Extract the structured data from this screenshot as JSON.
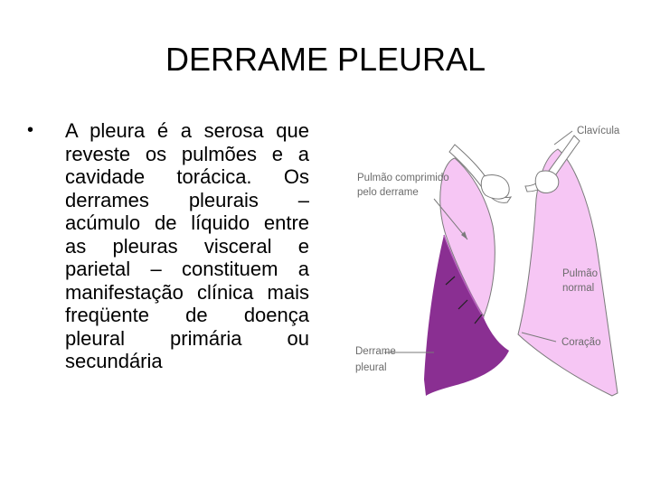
{
  "slide": {
    "title": "DERRAME PLEURAL",
    "bullet_text": "A pleura é a serosa que reveste os pulmões e a cavidade torácica. Os derrames pleurais – acúmulo de líquido entre as pleuras visceral e parietal – constituem a manifestação clínica mais freqüente de doença pleural primária ou secundária"
  },
  "figure": {
    "labels": {
      "clavicula": "Clavícula",
      "pulmao_comprimido_1": "Pulmão comprimido",
      "pulmao_comprimido_2": "pelo derrame",
      "pulmao_normal_1": "Pulmão",
      "pulmao_normal_2": "normal",
      "coracao": "Coração",
      "derrame_1": "Derrame",
      "derrame_2": "pleural"
    },
    "colors": {
      "lung_pink": "#f6c6f4",
      "effusion_purple": "#8a2f92",
      "outline": "#7a7a7a"
    }
  }
}
